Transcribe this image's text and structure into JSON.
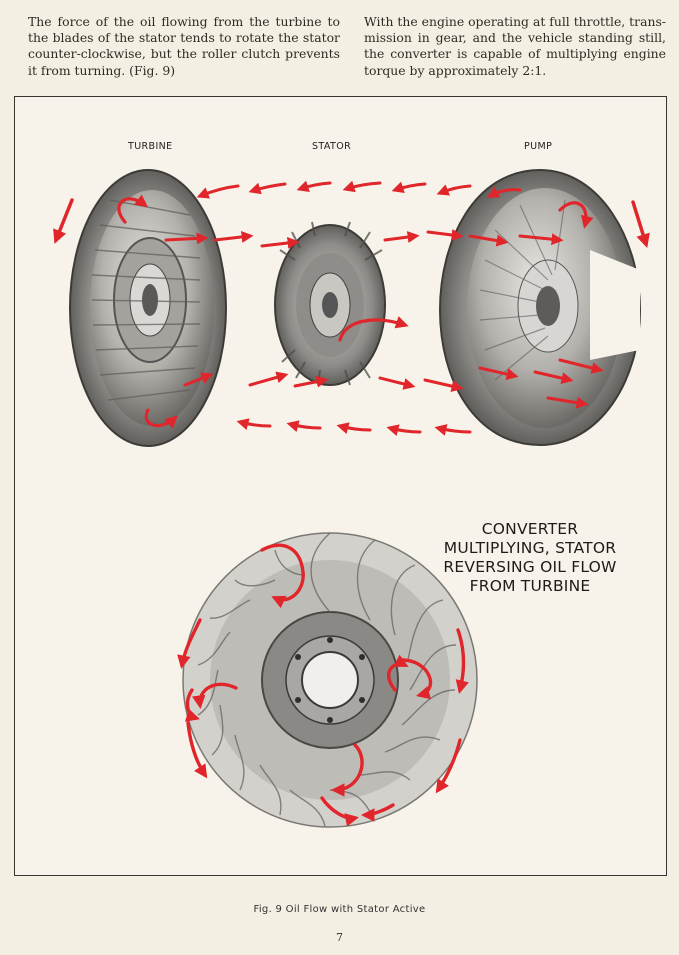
{
  "text_left": [
    "The force of the oil flowing from the turbine to",
    "the blades of the stator tends to rotate the stator",
    "counter-clockwise, but the roller clutch prevents",
    "it from turning. (Fig. 9)"
  ],
  "text_right": [
    "With the engine operating at full throttle, trans-",
    "mission in gear, and the vehicle standing still,",
    "the converter is capable of multiplying engine",
    "torque by approximately 2:1."
  ],
  "labels": {
    "turbine": "TURBINE",
    "stator": "STATOR",
    "pump": "PUMP"
  },
  "headline": [
    "CONVERTER",
    "MULTIPLYING, STATOR",
    "REVERSING OIL FLOW",
    "FROM TURBINE"
  ],
  "caption": "Fig. 9  Oil Flow with Stator Active",
  "page_number": "7",
  "colors": {
    "paper": "#f4efe3",
    "flow_arrow": "#e0262b",
    "metal": "#9a9894"
  }
}
